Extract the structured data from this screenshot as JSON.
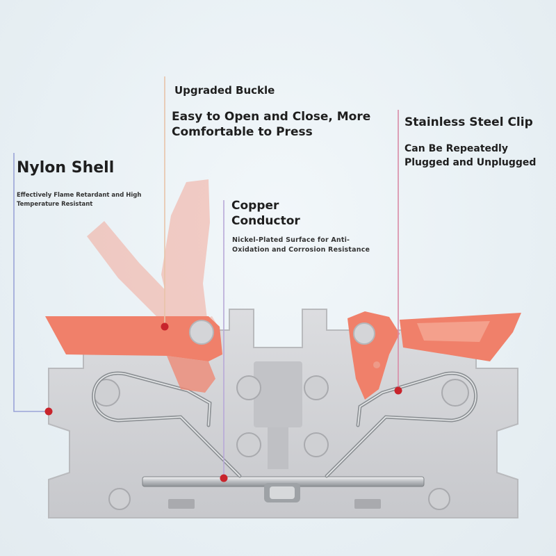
{
  "callouts": {
    "nylon": {
      "title": "Nylon Shell",
      "desc_lines": [
        "Effectively Flame Retardant and High",
        "Temperature Resistant"
      ]
    },
    "buckle": {
      "title": "Upgraded Buckle",
      "desc_lines": [
        "Easy to Open and Close, More",
        "Comfortable to Press"
      ]
    },
    "copper": {
      "title_lines": [
        "Copper",
        "Conductor"
      ],
      "desc_lines": [
        "Nickel-Plated Surface for Anti-",
        "Oxidation and Corrosion Resistance"
      ]
    },
    "clip": {
      "title": "Stainless Steel Clip",
      "desc_lines": [
        "Can Be Repeatedly",
        "Plugged and Unplugged"
      ]
    }
  },
  "colors": {
    "lever_orange": "#f0806a",
    "lever_ghost": "#f5b3a6",
    "housing_gray": "#d3d4d7",
    "housing_edge": "#b9babd",
    "marker_red": "#c8242c",
    "nylon_line": "#9aa4d8",
    "buckle_line": "#e8c3a8",
    "copper_line": "#b8a8d8",
    "clip_line": "#d98aa6"
  }
}
